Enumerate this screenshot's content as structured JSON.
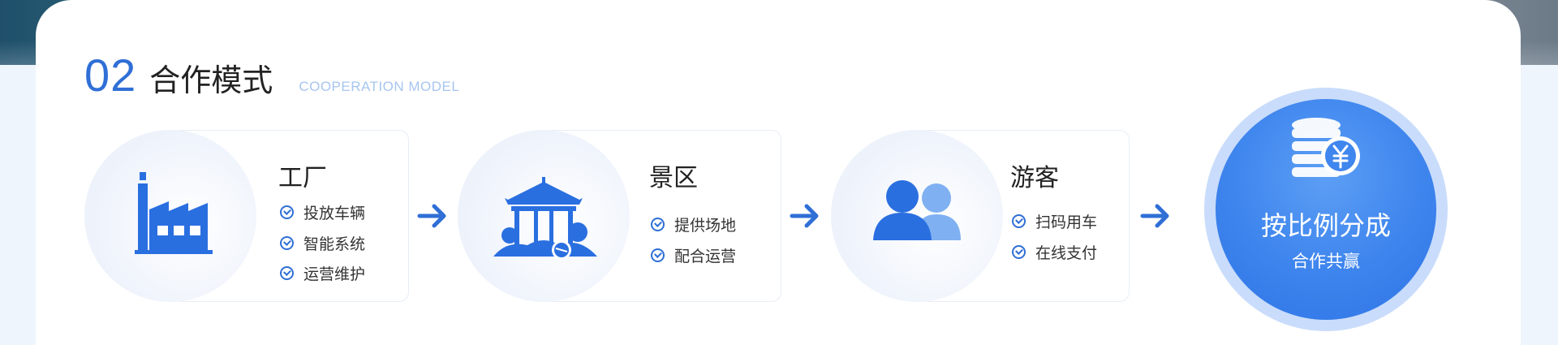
{
  "section": {
    "number": "02",
    "title": "合作模式",
    "subtitle": "COOPERATION MODEL"
  },
  "cards": [
    {
      "title": "工厂",
      "icon": "factory-icon",
      "items": [
        "投放车辆",
        "智能系统",
        "运营维护"
      ]
    },
    {
      "title": "景区",
      "icon": "pavilion-icon",
      "items": [
        "提供场地",
        "配合运营"
      ]
    },
    {
      "title": "游客",
      "icon": "people-icon",
      "items": [
        "扫码用车",
        "在线支付"
      ]
    }
  ],
  "result": {
    "icon": "yuan-coins-icon",
    "title": "按比例分成",
    "subtitle": "合作共赢"
  },
  "colors": {
    "accent": "#2f6fd6",
    "icon_blue": "#2a6fe0",
    "text": "#222222"
  }
}
